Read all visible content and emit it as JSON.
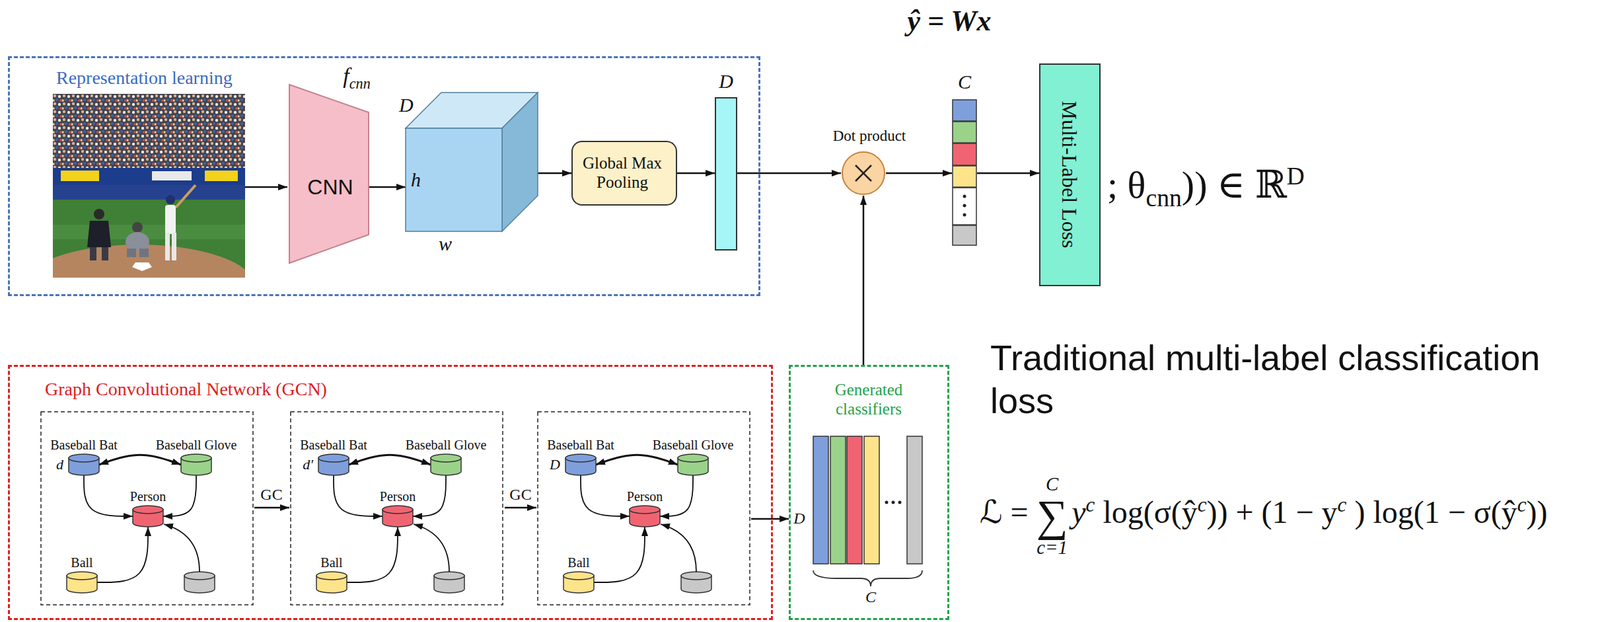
{
  "diagram": {
    "nodes": [
      {
        "text": [
          "Representation learning"
        ]
      },
      {
        "text": [
          "CNN"
        ],
        "in": 0
      },
      {
        "text": [
          "D",
          "h",
          "w"
        ],
        "in": 0
      },
      {
        "text": [
          "Global Max Pooling"
        ],
        "in": 0
      },
      {
        "text": [
          "D"
        ],
        "in": 0
      },
      {
        "text": [
          "Dot product"
        ]
      },
      {
        "text": [
          "C"
        ]
      },
      {
        "text": [
          "Multi-Label Loss"
        ]
      },
      {
        "text": [
          "Graph Convolutional Network (GCN)"
        ]
      },
      {
        "text": [
          "Baseball Bat",
          "d"
        ],
        "in": 8
      },
      {
        "text": [
          "Baseball Glove"
        ],
        "in": 8
      },
      {
        "text": [
          "Person"
        ],
        "in": 8
      },
      {
        "text": [
          "Ball"
        ],
        "in": 8
      },
      {
        "text": [
          "Baseball Bat",
          "d'"
        ],
        "in": 8
      },
      {
        "text": [
          "Baseball Glove"
        ],
        "in": 8
      },
      {
        "text": [
          "Person"
        ],
        "in": 8
      },
      {
        "text": [
          "Ball"
        ],
        "in": 8
      },
      {
        "text": [
          "Baseball Bat",
          "D"
        ],
        "in": 8
      },
      {
        "text": [
          "Baseball Glove"
        ],
        "in": 8
      },
      {
        "text": [
          "Person"
        ],
        "in": 8
      },
      {
        "text": [
          "Ball"
        ],
        "in": 8
      },
      {
        "text": [
          "Generated classifiers",
          "D",
          "C"
        ]
      }
    ],
    "edges": [
      {
        "from": 1,
        "to": 2,
        "arrow": "to"
      },
      {
        "from": 2,
        "to": 3,
        "arrow": "to"
      },
      {
        "from": 3,
        "to": 4,
        "arrow": "to"
      },
      {
        "from": 4,
        "to": 5,
        "arrow": "to"
      },
      {
        "from": 5,
        "to": 6,
        "arrow": "to"
      },
      {
        "from": 6,
        "to": 7,
        "arrow": "to"
      },
      {
        "from": 21,
        "to": 5,
        "arrow": "to"
      },
      {
        "from": 8,
        "to": 21,
        "arrow": "to"
      },
      {
        "from": 9,
        "to": 10,
        "arrow": "both"
      },
      {
        "from": 9,
        "to": 11,
        "arrow": "to"
      },
      {
        "from": 10,
        "to": 11,
        "arrow": "to"
      },
      {
        "from": 12,
        "to": 11,
        "arrow": "to"
      },
      {
        "from": 13,
        "to": 14,
        "arrow": "both"
      },
      {
        "from": 13,
        "to": 15,
        "arrow": "to"
      },
      {
        "from": 14,
        "to": 15,
        "arrow": "to"
      },
      {
        "from": 16,
        "to": 15,
        "arrow": "to"
      },
      {
        "from": 17,
        "to": 18,
        "arrow": "both"
      },
      {
        "from": 17,
        "to": 19,
        "arrow": "to"
      },
      {
        "from": 18,
        "to": 19,
        "arrow": "to"
      },
      {
        "from": 20,
        "to": 19,
        "arrow": "to"
      }
    ],
    "labels": [
      "ŷ = Wx",
      "f",
      "cnn",
      "; θ",
      "cnn",
      ")) ∈ ℝ",
      "D",
      "GC",
      "GC",
      "Traditional multi-label classification loss",
      "ℒ =",
      "C",
      "∑",
      "c=1",
      "y",
      "c",
      "log(σ(ŷ",
      "c",
      ")) + (1 − y",
      "c",
      ") log(1 − σ(ŷ",
      "c",
      "))"
    ]
  }
}
